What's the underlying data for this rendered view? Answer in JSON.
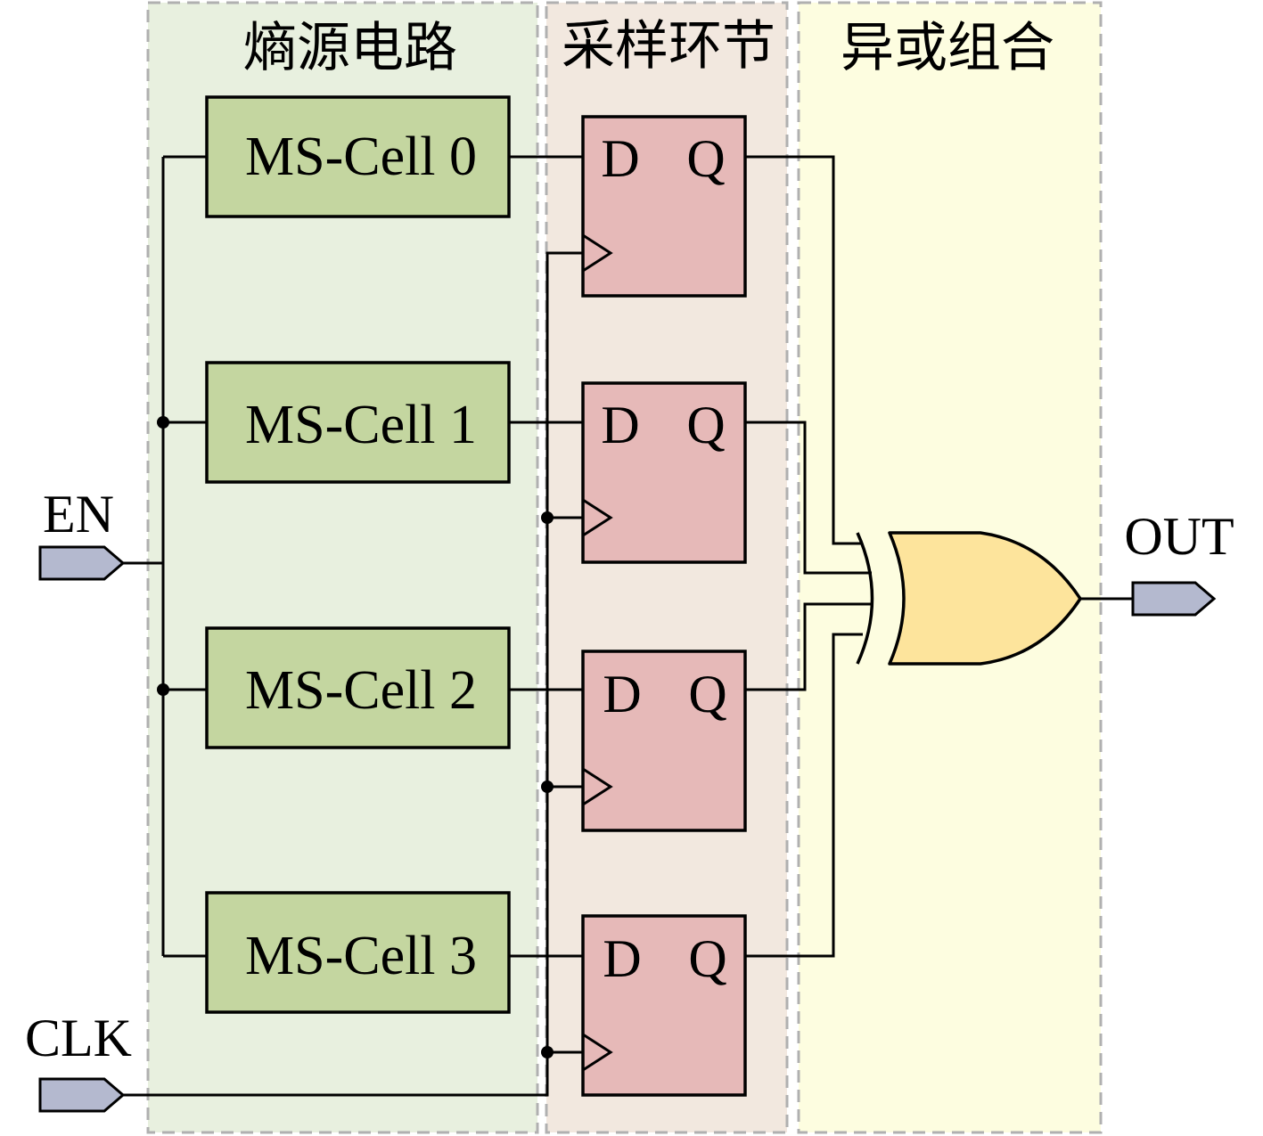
{
  "sections": [
    {
      "title": "熵源电路",
      "fill": "#e8f0df"
    },
    {
      "title": "采样环节",
      "fill": "#f2e8df"
    },
    {
      "title": "异或组合",
      "fill": "#fdfde0"
    }
  ],
  "inputs": {
    "en": "EN",
    "clk": "CLK"
  },
  "output": "OUT",
  "cells": [
    "MS-Cell 0",
    "MS-Cell 1",
    "MS-Cell 2",
    "MS-Cell 3"
  ],
  "flipflop": {
    "d": "D",
    "q": "Q"
  },
  "colors": {
    "cell": "#c4d6a0",
    "flipflop": "#e6b9b8",
    "xor_gate": "#fde49c",
    "port": "#b4b9cf",
    "section_border": "#b0b0b0"
  }
}
